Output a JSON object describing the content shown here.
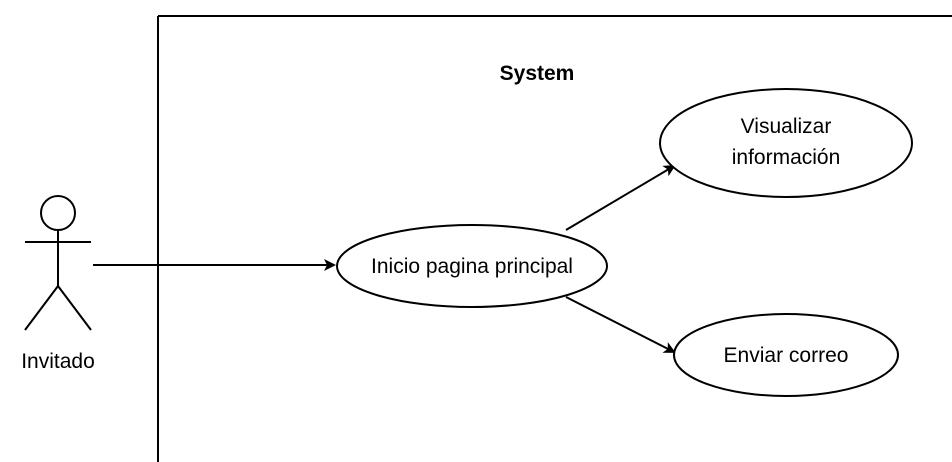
{
  "system": {
    "title": "System"
  },
  "actor": {
    "name": "Invitado"
  },
  "use_cases": {
    "main": "Inicio pagina principal",
    "view_info_line1": "Visualizar",
    "view_info_line2": "información",
    "send_mail": "Enviar correo"
  },
  "colors": {
    "stroke": "#000000",
    "background": "#ffffff"
  }
}
